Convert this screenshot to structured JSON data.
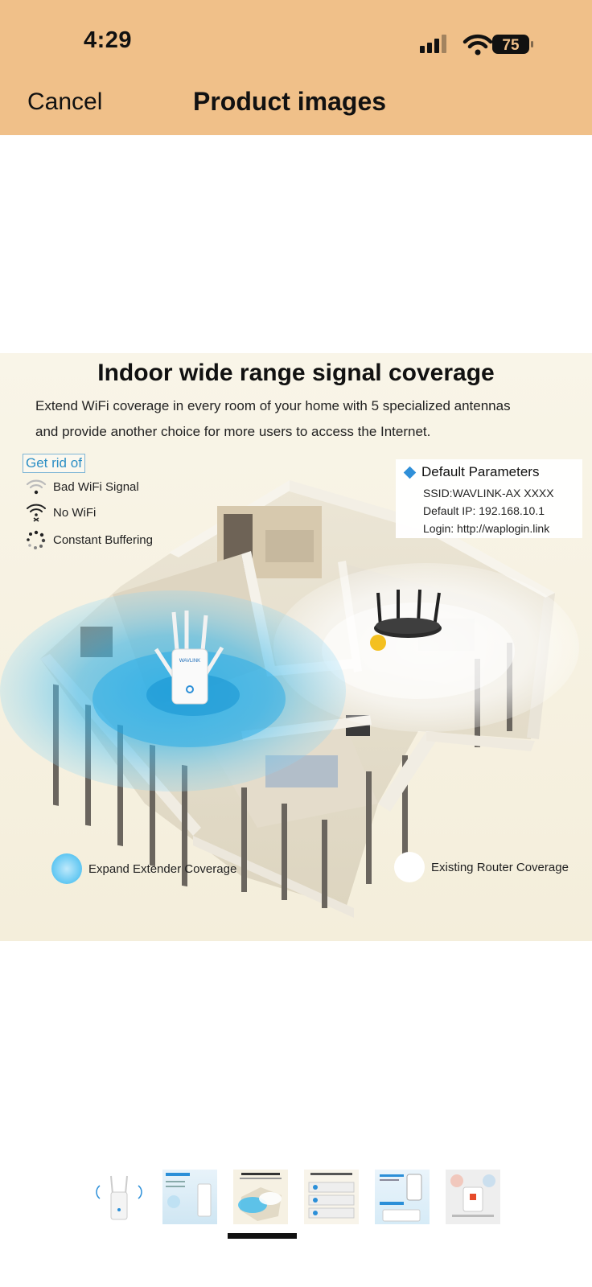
{
  "status_bar": {
    "time": "4:29",
    "battery": "75"
  },
  "nav": {
    "cancel_label": "Cancel",
    "title": "Product images"
  },
  "product_image": {
    "title": "Indoor wide range signal coverage",
    "subtitle_line1": "Extend WiFi coverage in every room of your home with 5 specialized antennas",
    "subtitle_line2": "and provide another choice for more users to access the Internet.",
    "get_rid_label": "Get rid of",
    "issues": [
      "Bad WiFi Signal",
      "No WiFi",
      "Constant Buffering"
    ],
    "params": {
      "heading": "Default Parameters",
      "ssid": "SSID:WAVLINK-AX XXXX",
      "ip": "Default IP: 192.168.10.1",
      "login": "Login: http://waplogin.link"
    },
    "extender_brand": "WAVLINK",
    "legend": {
      "extender": "Expand Extender Coverage",
      "router": "Existing Router Coverage"
    },
    "colors": {
      "extender_coverage": "#1aa6e6",
      "router_coverage": "#ffffff",
      "accent": "#2d8fc5"
    }
  },
  "thumbnails": {
    "count": 6,
    "selected_index": 2
  },
  "colors": {
    "header_bg": "#f0c089"
  }
}
